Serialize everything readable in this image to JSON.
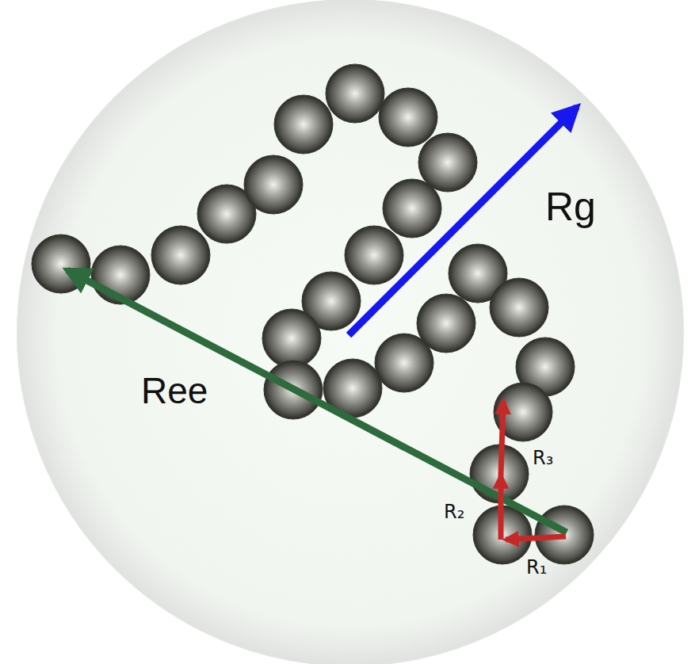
{
  "diagram": {
    "labels": [
      "Rg",
      "Ree",
      "R₃",
      "R₂",
      "R₁"
    ]
  }
}
